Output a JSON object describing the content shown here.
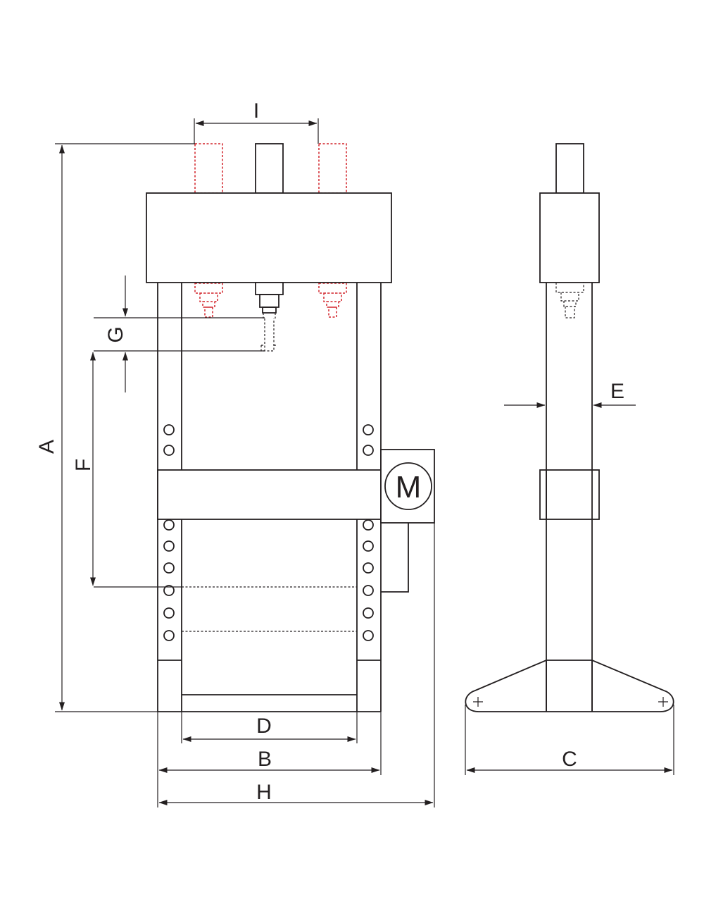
{
  "labels": {
    "a": "A",
    "b": "B",
    "c": "C",
    "d": "D",
    "e": "E",
    "f": "F",
    "g": "G",
    "h": "H",
    "i": "I"
  },
  "motor_label": "M",
  "colors": {
    "line": "#231f20",
    "optional_cylinders": "#d2232a",
    "background": "#ffffff"
  }
}
